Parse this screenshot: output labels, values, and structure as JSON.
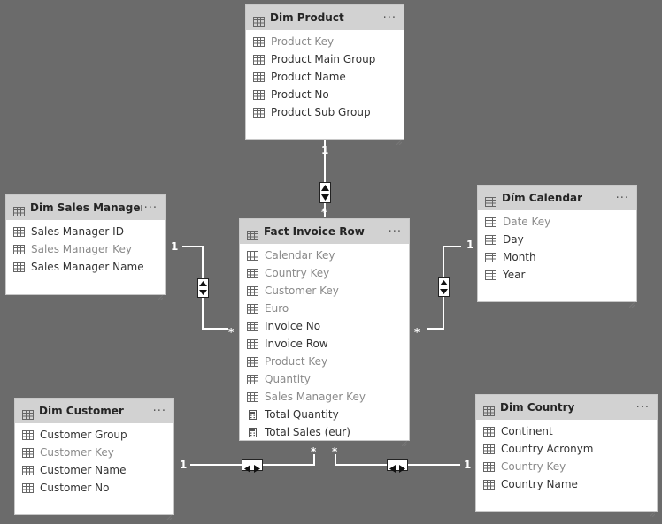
{
  "tables": [
    {
      "key": "dim_product",
      "title": "Dim Product",
      "fields": [
        {
          "label": "Product Key",
          "hidden": true,
          "kind": "column"
        },
        {
          "label": "Product Main Group",
          "hidden": false,
          "kind": "column"
        },
        {
          "label": "Product Name",
          "hidden": false,
          "kind": "column"
        },
        {
          "label": "Product No",
          "hidden": false,
          "kind": "column"
        },
        {
          "label": "Product Sub Group",
          "hidden": false,
          "kind": "column"
        }
      ]
    },
    {
      "key": "dim_sales_manager",
      "title": "Dim Sales Manager",
      "fields": [
        {
          "label": "Sales Manager ID",
          "hidden": false,
          "kind": "column"
        },
        {
          "label": "Sales Manager Key",
          "hidden": true,
          "kind": "column"
        },
        {
          "label": "Sales Manager Name",
          "hidden": false,
          "kind": "column"
        }
      ]
    },
    {
      "key": "fact_invoice_row",
      "title": "Fact Invoice Row",
      "fields": [
        {
          "label": "Calendar Key",
          "hidden": true,
          "kind": "column"
        },
        {
          "label": "Country Key",
          "hidden": true,
          "kind": "column"
        },
        {
          "label": "Customer Key",
          "hidden": true,
          "kind": "column"
        },
        {
          "label": "Euro",
          "hidden": true,
          "kind": "column"
        },
        {
          "label": "Invoice No",
          "hidden": false,
          "kind": "column"
        },
        {
          "label": "Invoice Row",
          "hidden": false,
          "kind": "column"
        },
        {
          "label": "Product Key",
          "hidden": true,
          "kind": "column"
        },
        {
          "label": "Quantity",
          "hidden": true,
          "kind": "column"
        },
        {
          "label": "Sales Manager Key",
          "hidden": true,
          "kind": "column"
        },
        {
          "label": "Total Quantity",
          "hidden": false,
          "kind": "measure"
        },
        {
          "label": "Total Sales (eur)",
          "hidden": false,
          "kind": "measure"
        }
      ]
    },
    {
      "key": "dim_calendar",
      "title": "Dím Calendar",
      "fields": [
        {
          "label": "Date Key",
          "hidden": true,
          "kind": "column"
        },
        {
          "label": "Day",
          "hidden": false,
          "kind": "column"
        },
        {
          "label": "Month",
          "hidden": false,
          "kind": "column"
        },
        {
          "label": "Year",
          "hidden": false,
          "kind": "column"
        }
      ]
    },
    {
      "key": "dim_customer",
      "title": "Dim Customer",
      "fields": [
        {
          "label": "Customer Group",
          "hidden": false,
          "kind": "column"
        },
        {
          "label": "Customer Key",
          "hidden": true,
          "kind": "column"
        },
        {
          "label": "Customer Name",
          "hidden": false,
          "kind": "column"
        },
        {
          "label": "Customer No",
          "hidden": false,
          "kind": "column"
        }
      ]
    },
    {
      "key": "dim_country",
      "title": "Dim Country",
      "fields": [
        {
          "label": "Continent",
          "hidden": false,
          "kind": "column"
        },
        {
          "label": "Country Acronym",
          "hidden": false,
          "kind": "column"
        },
        {
          "label": "Country Key",
          "hidden": true,
          "kind": "column"
        },
        {
          "label": "Country Name",
          "hidden": false,
          "kind": "column"
        }
      ]
    }
  ],
  "more_label": "···",
  "relationships": [
    {
      "from": "dim_product",
      "to": "fact_invoice_row",
      "one": "1",
      "many": "*",
      "direction": "both"
    },
    {
      "from": "dim_sales_manager",
      "to": "fact_invoice_row",
      "one": "1",
      "many": "*",
      "direction": "both"
    },
    {
      "from": "dim_calendar",
      "to": "fact_invoice_row",
      "one": "1",
      "many": "*",
      "direction": "both"
    },
    {
      "from": "dim_customer",
      "to": "fact_invoice_row",
      "one": "1",
      "many": "*",
      "direction": "both"
    },
    {
      "from": "dim_country",
      "to": "fact_invoice_row",
      "one": "1",
      "many": "*",
      "direction": "both"
    }
  ],
  "colors": {
    "canvas": "#6b6b6b",
    "header": "#d2d2d2",
    "line": "#ffffff",
    "hidden_text": "#8a8a8a",
    "text": "#333333"
  }
}
